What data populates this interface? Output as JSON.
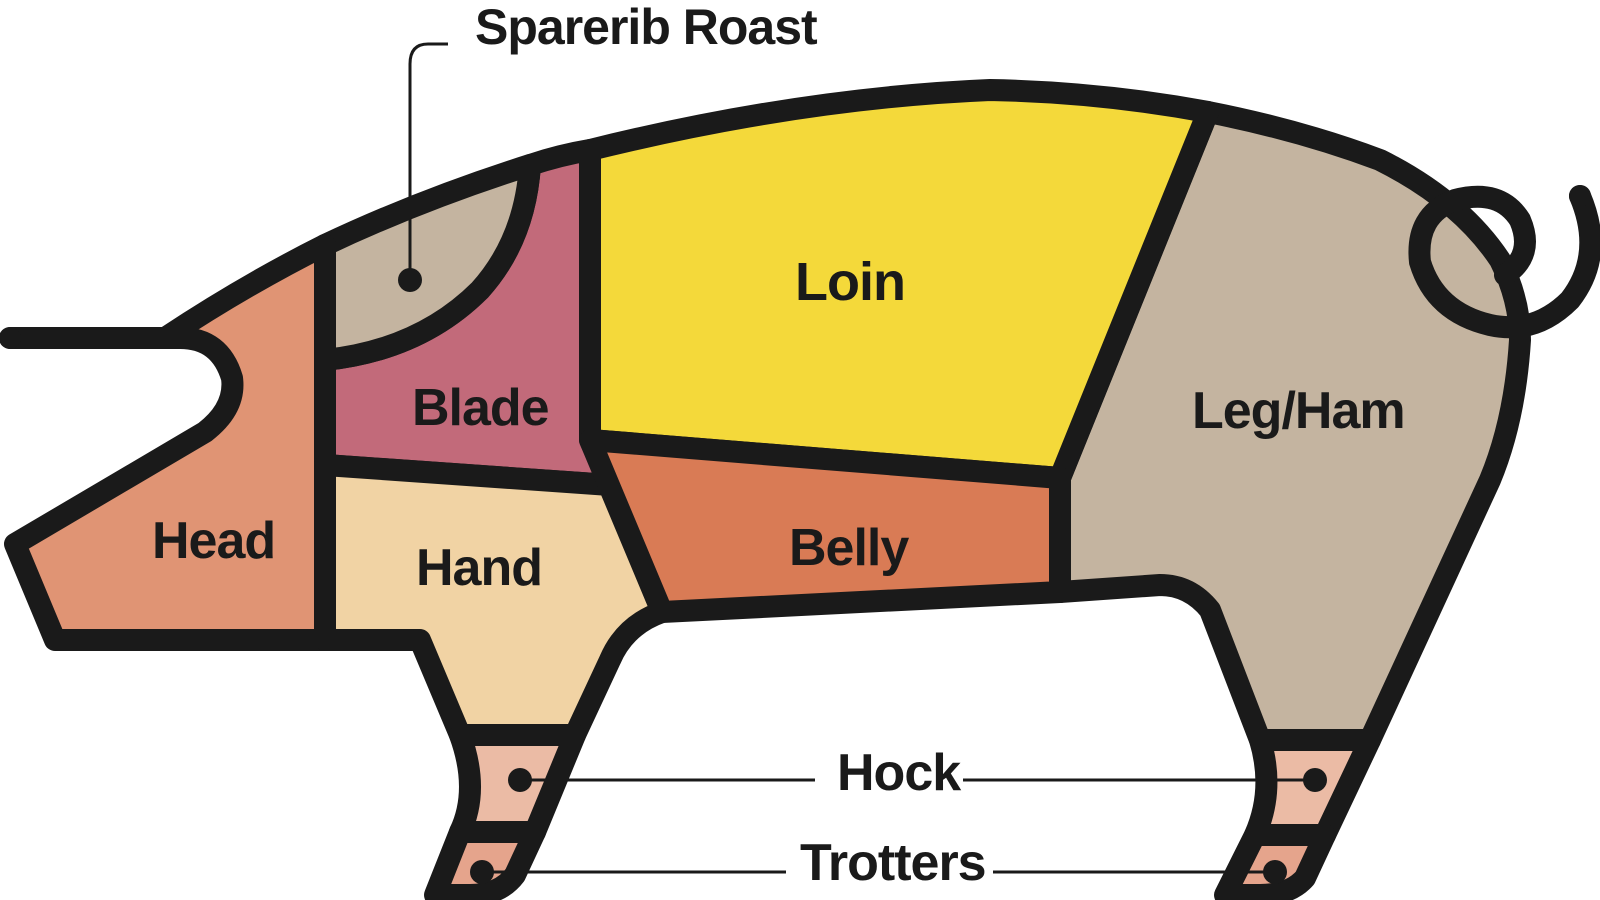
{
  "diagram": {
    "labels": {
      "sparerib_roast": "Sparerib Roast",
      "loin": "Loin",
      "blade": "Blade",
      "leg_ham": "Leg/Ham",
      "head": "Head",
      "hand": "Hand",
      "belly": "Belly",
      "hock": "Hock",
      "trotters": "Trotters"
    },
    "colors": {
      "outline": "#1a1a1a",
      "loin": "#f4d93a",
      "blade": "#c26a7a",
      "leg_ham": "#c4b4a0",
      "sparerib_roast": "#c4b4a0",
      "head": "#e09474",
      "hand": "#f1d3a4",
      "belly": "#d97b55",
      "hock": "#ebbba5",
      "trotters": "#e5a48c"
    }
  }
}
